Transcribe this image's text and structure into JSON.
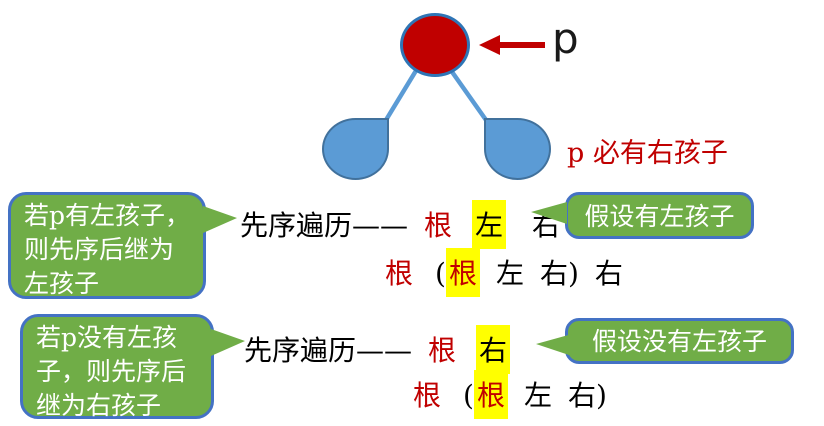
{
  "tree": {
    "p_label": "p",
    "note": "p 必有右孩子"
  },
  "sections": [
    {
      "left_bubble": {
        "lines": [
          "若p有左孩子，",
          "则先序后继为",
          "左孩子"
        ]
      },
      "right_bubble": {
        "text": "假设有左孩子"
      },
      "line1": {
        "prefix": "先序遍历——",
        "root": "根",
        "highlight": "左",
        "tail": "右"
      },
      "line2": {
        "root": "根",
        "open": "(",
        "highlight": "根",
        "mid": "左",
        "close": "右)",
        "tail": "右"
      }
    },
    {
      "left_bubble": {
        "lines": [
          "若p没有左孩",
          "子，则先序后",
          "继为右孩子"
        ]
      },
      "right_bubble": {
        "text": "假设没有左孩子"
      },
      "line1": {
        "prefix": "先序遍历——",
        "root": "根",
        "highlight": "右"
      },
      "line2": {
        "root": "根",
        "open": "(",
        "highlight": "根",
        "mid": "左",
        "close": "右)"
      }
    }
  ],
  "colors": {
    "node_red": "#C00000",
    "node_red_border": "#2E75B6",
    "child_blue": "#5B9BD5",
    "child_blue_border": "#41719C",
    "bubble_green": "#70AD47",
    "bubble_border_blue": "#4472C4",
    "highlight_yellow": "#FFFF00",
    "text_red": "#C00000",
    "text_black": "#000000",
    "bubble_text_white": "#FFFFFF"
  }
}
